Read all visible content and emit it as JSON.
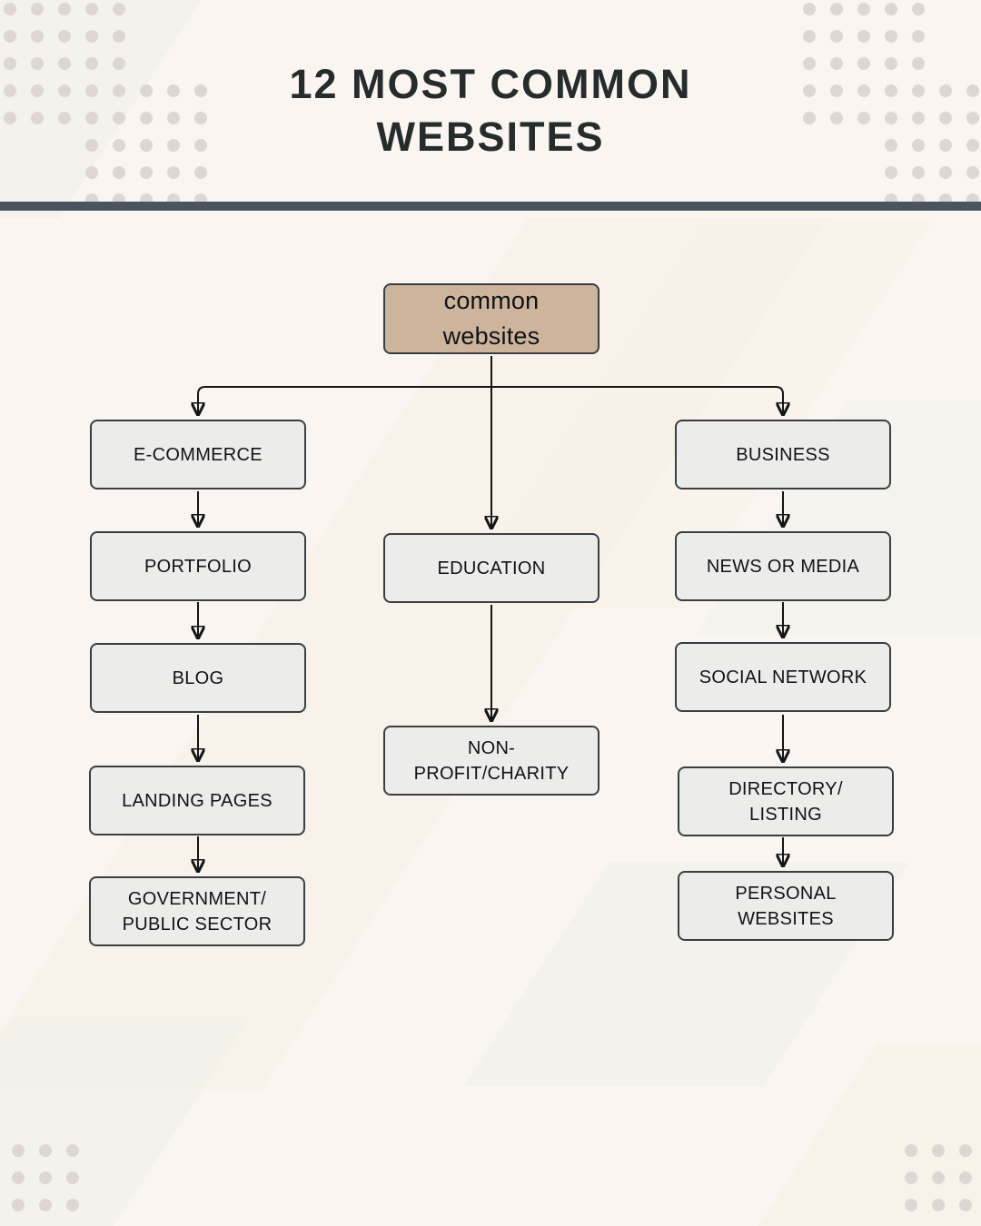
{
  "page": {
    "title": "12 MOST COMMON\nWEBSITES"
  },
  "colors": {
    "background": "#faf5f1",
    "divider": "#4a545e",
    "title_text": "#262b2c",
    "node_fill": "#ececeb",
    "node_border": "#383f42",
    "root_fill": "#cdb49d",
    "arrow": "#141414",
    "dots": "#ded6d3"
  },
  "chart_data": {
    "type": "flowchart",
    "title": "12 MOST COMMON WEBSITES",
    "root": "common websites",
    "branches": [
      [
        "E-COMMERCE",
        "PORTFOLIO",
        "BLOG",
        "LANDING PAGES",
        "GOVERNMENT/ PUBLIC SECTOR"
      ],
      [
        "EDUCATION",
        "NON-PROFIT/CHARITY"
      ],
      [
        "BUSINESS",
        "NEWS OR MEDIA",
        "SOCIAL NETWORK",
        "DIRECTORY/ LISTING",
        "PERSONAL WEBSITES"
      ]
    ]
  },
  "root": {
    "label": "common\nwebsites"
  },
  "columns": {
    "left": {
      "nodes": [
        {
          "label": "E-COMMERCE"
        },
        {
          "label": "PORTFOLIO"
        },
        {
          "label": "BLOG"
        },
        {
          "label": "LANDING PAGES"
        },
        {
          "label": "GOVERNMENT/\nPUBLIC SECTOR"
        }
      ]
    },
    "middle": {
      "nodes": [
        {
          "label": "EDUCATION"
        },
        {
          "label": "NON-\nPROFIT/CHARITY"
        }
      ]
    },
    "right": {
      "nodes": [
        {
          "label": "BUSINESS"
        },
        {
          "label": "NEWS OR MEDIA"
        },
        {
          "label": "SOCIAL NETWORK"
        },
        {
          "label": "DIRECTORY/\nLISTING"
        },
        {
          "label": "PERSONAL\nWEBSITES"
        }
      ]
    }
  }
}
